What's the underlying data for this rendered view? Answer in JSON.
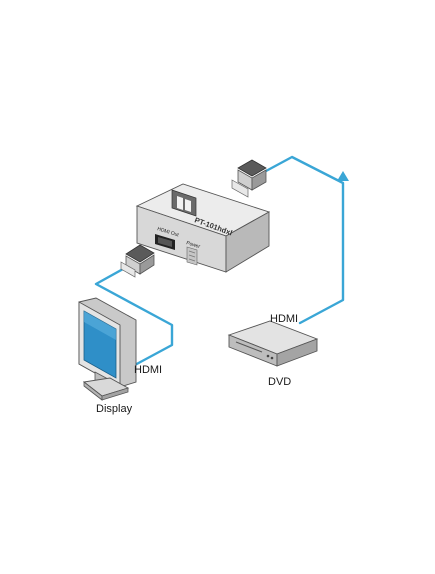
{
  "device": {
    "model_text": "PT-101hdxl",
    "hdmi_out_label": "HDMI Out",
    "power_label": "Power"
  },
  "labels": {
    "hdmi_display": "HDMI",
    "hdmi_dvd": "HDMI",
    "display": "Display",
    "dvd": "DVD"
  },
  "colors": {
    "cable": "#3aa6d6",
    "device_body": "#dcdcdc",
    "device_dark": "#8a8a8a",
    "screen": "#2f8fc8",
    "outline": "#444444"
  },
  "icons": {
    "arrow": "arrowhead-icon",
    "logo": "kramer-logo-icon"
  }
}
